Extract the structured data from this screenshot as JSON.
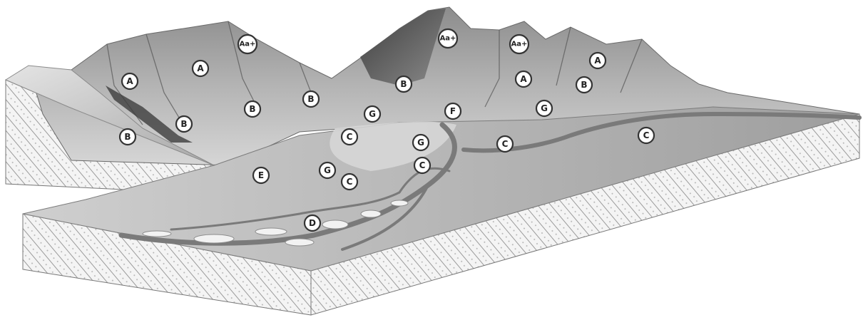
{
  "diagram": {
    "markers": [
      {
        "id": "aa1",
        "label": "Aa+"
      },
      {
        "id": "aa2",
        "label": "Aa+"
      },
      {
        "id": "aa3",
        "label": "Aa+"
      },
      {
        "id": "a1",
        "label": "A"
      },
      {
        "id": "a2",
        "label": "A"
      },
      {
        "id": "a3",
        "label": "A"
      },
      {
        "id": "a4",
        "label": "A"
      },
      {
        "id": "b1",
        "label": "B"
      },
      {
        "id": "b2",
        "label": "B"
      },
      {
        "id": "b3",
        "label": "B"
      },
      {
        "id": "b4",
        "label": "B"
      },
      {
        "id": "b5",
        "label": "B"
      },
      {
        "id": "b6",
        "label": "B"
      },
      {
        "id": "g1",
        "label": "G"
      },
      {
        "id": "g2",
        "label": "G"
      },
      {
        "id": "g3",
        "label": "G"
      },
      {
        "id": "g4",
        "label": "G"
      },
      {
        "id": "f1",
        "label": "F"
      },
      {
        "id": "c1",
        "label": "C"
      },
      {
        "id": "c2",
        "label": "C"
      },
      {
        "id": "c3",
        "label": "C"
      },
      {
        "id": "c4",
        "label": "C"
      },
      {
        "id": "c5",
        "label": "C"
      },
      {
        "id": "e1",
        "label": "E"
      },
      {
        "id": "d1",
        "label": "D"
      }
    ]
  }
}
